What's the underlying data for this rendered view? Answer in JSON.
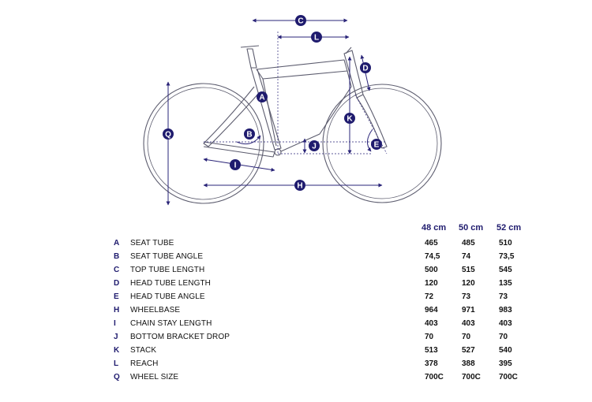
{
  "colors": {
    "accent": "#1f1b6e",
    "frame_outline": "#5c5c6e",
    "dimension_line": "#2a2478",
    "text": "#111111"
  },
  "markers": [
    "A",
    "B",
    "C",
    "D",
    "E",
    "H",
    "I",
    "J",
    "K",
    "L",
    "Q"
  ],
  "table": {
    "sizes": [
      "48 cm",
      "50 cm",
      "52 cm"
    ],
    "rows": [
      {
        "letter": "A",
        "label": "SEAT TUBE",
        "values": [
          "465",
          "485",
          "510"
        ]
      },
      {
        "letter": "B",
        "label": "SEAT TUBE ANGLE",
        "values": [
          "74,5",
          "74",
          "73,5"
        ]
      },
      {
        "letter": "C",
        "label": "TOP TUBE LENGTH",
        "values": [
          "500",
          "515",
          "545"
        ]
      },
      {
        "letter": "D",
        "label": "HEAD TUBE LENGTH",
        "values": [
          "120",
          "120",
          "135"
        ]
      },
      {
        "letter": "E",
        "label": "HEAD TUBE ANGLE",
        "values": [
          "72",
          "73",
          "73"
        ]
      },
      {
        "letter": "H",
        "label": "WHEELBASE",
        "values": [
          "964",
          "971",
          "983"
        ]
      },
      {
        "letter": "I",
        "label": "CHAIN STAY LENGTH",
        "values": [
          "403",
          "403",
          "403"
        ]
      },
      {
        "letter": "J",
        "label": "BOTTOM BRACKET DROP",
        "values": [
          "70",
          "70",
          "70"
        ]
      },
      {
        "letter": "K",
        "label": "STACK",
        "values": [
          "513",
          "527",
          "540"
        ]
      },
      {
        "letter": "L",
        "label": "REACH",
        "values": [
          "378",
          "388",
          "395"
        ]
      },
      {
        "letter": "Q",
        "label": "WHEEL SIZE",
        "values": [
          "700C",
          "700C",
          "700C"
        ]
      }
    ]
  }
}
